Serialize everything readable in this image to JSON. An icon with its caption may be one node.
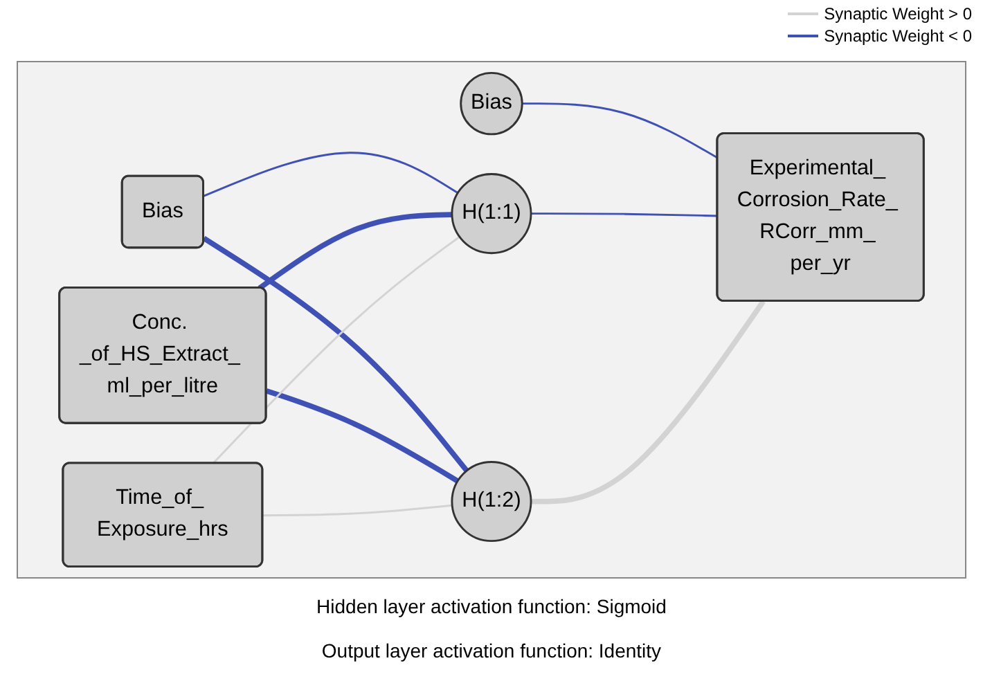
{
  "diagram": {
    "nodes": [
      {
        "text": [
          "Bias"
        ]
      },
      {
        "text": [
          "Conc. _of_HS_Extract_ ml_per_litre"
        ]
      },
      {
        "text": [
          "Time_of_ Exposure_hrs"
        ]
      },
      {
        "text": [
          "Bias"
        ]
      },
      {
        "text": [
          "H(1:1)"
        ]
      },
      {
        "text": [
          "H(1:2)"
        ]
      },
      {
        "text": [
          "Experimental_ Corrosion_Rate_ RCorr_mm_ per_yr"
        ]
      }
    ],
    "edges": [
      {
        "from": 0,
        "to": 4,
        "arrow": "none"
      },
      {
        "from": 0,
        "to": 5,
        "arrow": "none",
        "style": "thick"
      },
      {
        "from": 1,
        "to": 4,
        "arrow": "none",
        "style": "thick"
      },
      {
        "from": 1,
        "to": 5,
        "arrow": "none",
        "style": "thick"
      },
      {
        "from": 2,
        "to": 4,
        "arrow": "none",
        "color": "#d3d3d3"
      },
      {
        "from": 2,
        "to": 5,
        "arrow": "none",
        "color": "#d3d3d3"
      },
      {
        "from": 3,
        "to": 6,
        "arrow": "none"
      },
      {
        "from": 4,
        "to": 6,
        "arrow": "none"
      },
      {
        "from": 5,
        "to": 6,
        "arrow": "none",
        "style": "thick",
        "color": "#d3d3d3"
      }
    ],
    "labels": [
      "Hidden layer activation function: Sigmoid",
      "Output layer activation function: Identity"
    ],
    "legend": [
      {
        "text": "Synaptic Weight > 0"
      },
      {
        "text": "Synaptic Weight < 0"
      }
    ]
  }
}
